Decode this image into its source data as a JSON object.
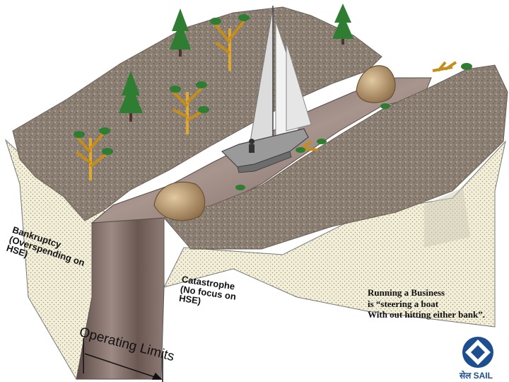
{
  "labels": {
    "bankruptcy": [
      "Bankruptcy",
      "(Overspending on",
      "HSE)"
    ],
    "catastrophe": [
      "Catastrophe",
      "(No focus on",
      "HSE)"
    ],
    "operating_limits": "Operating Limits"
  },
  "caption": [
    "Running a Business",
    "is “steering a boat",
    "With out hitting either bank”."
  ],
  "logo": {
    "text": "सेल SAIL",
    "icon": "sail-logo-icon"
  },
  "colors": {
    "ground": "#8f8276",
    "cliff": "#f2edd5",
    "water": "#7a6661",
    "tree_green": "#2e7d32",
    "bush_yellow": "#e0a82e",
    "logo_blue": "#1d4e8f"
  }
}
